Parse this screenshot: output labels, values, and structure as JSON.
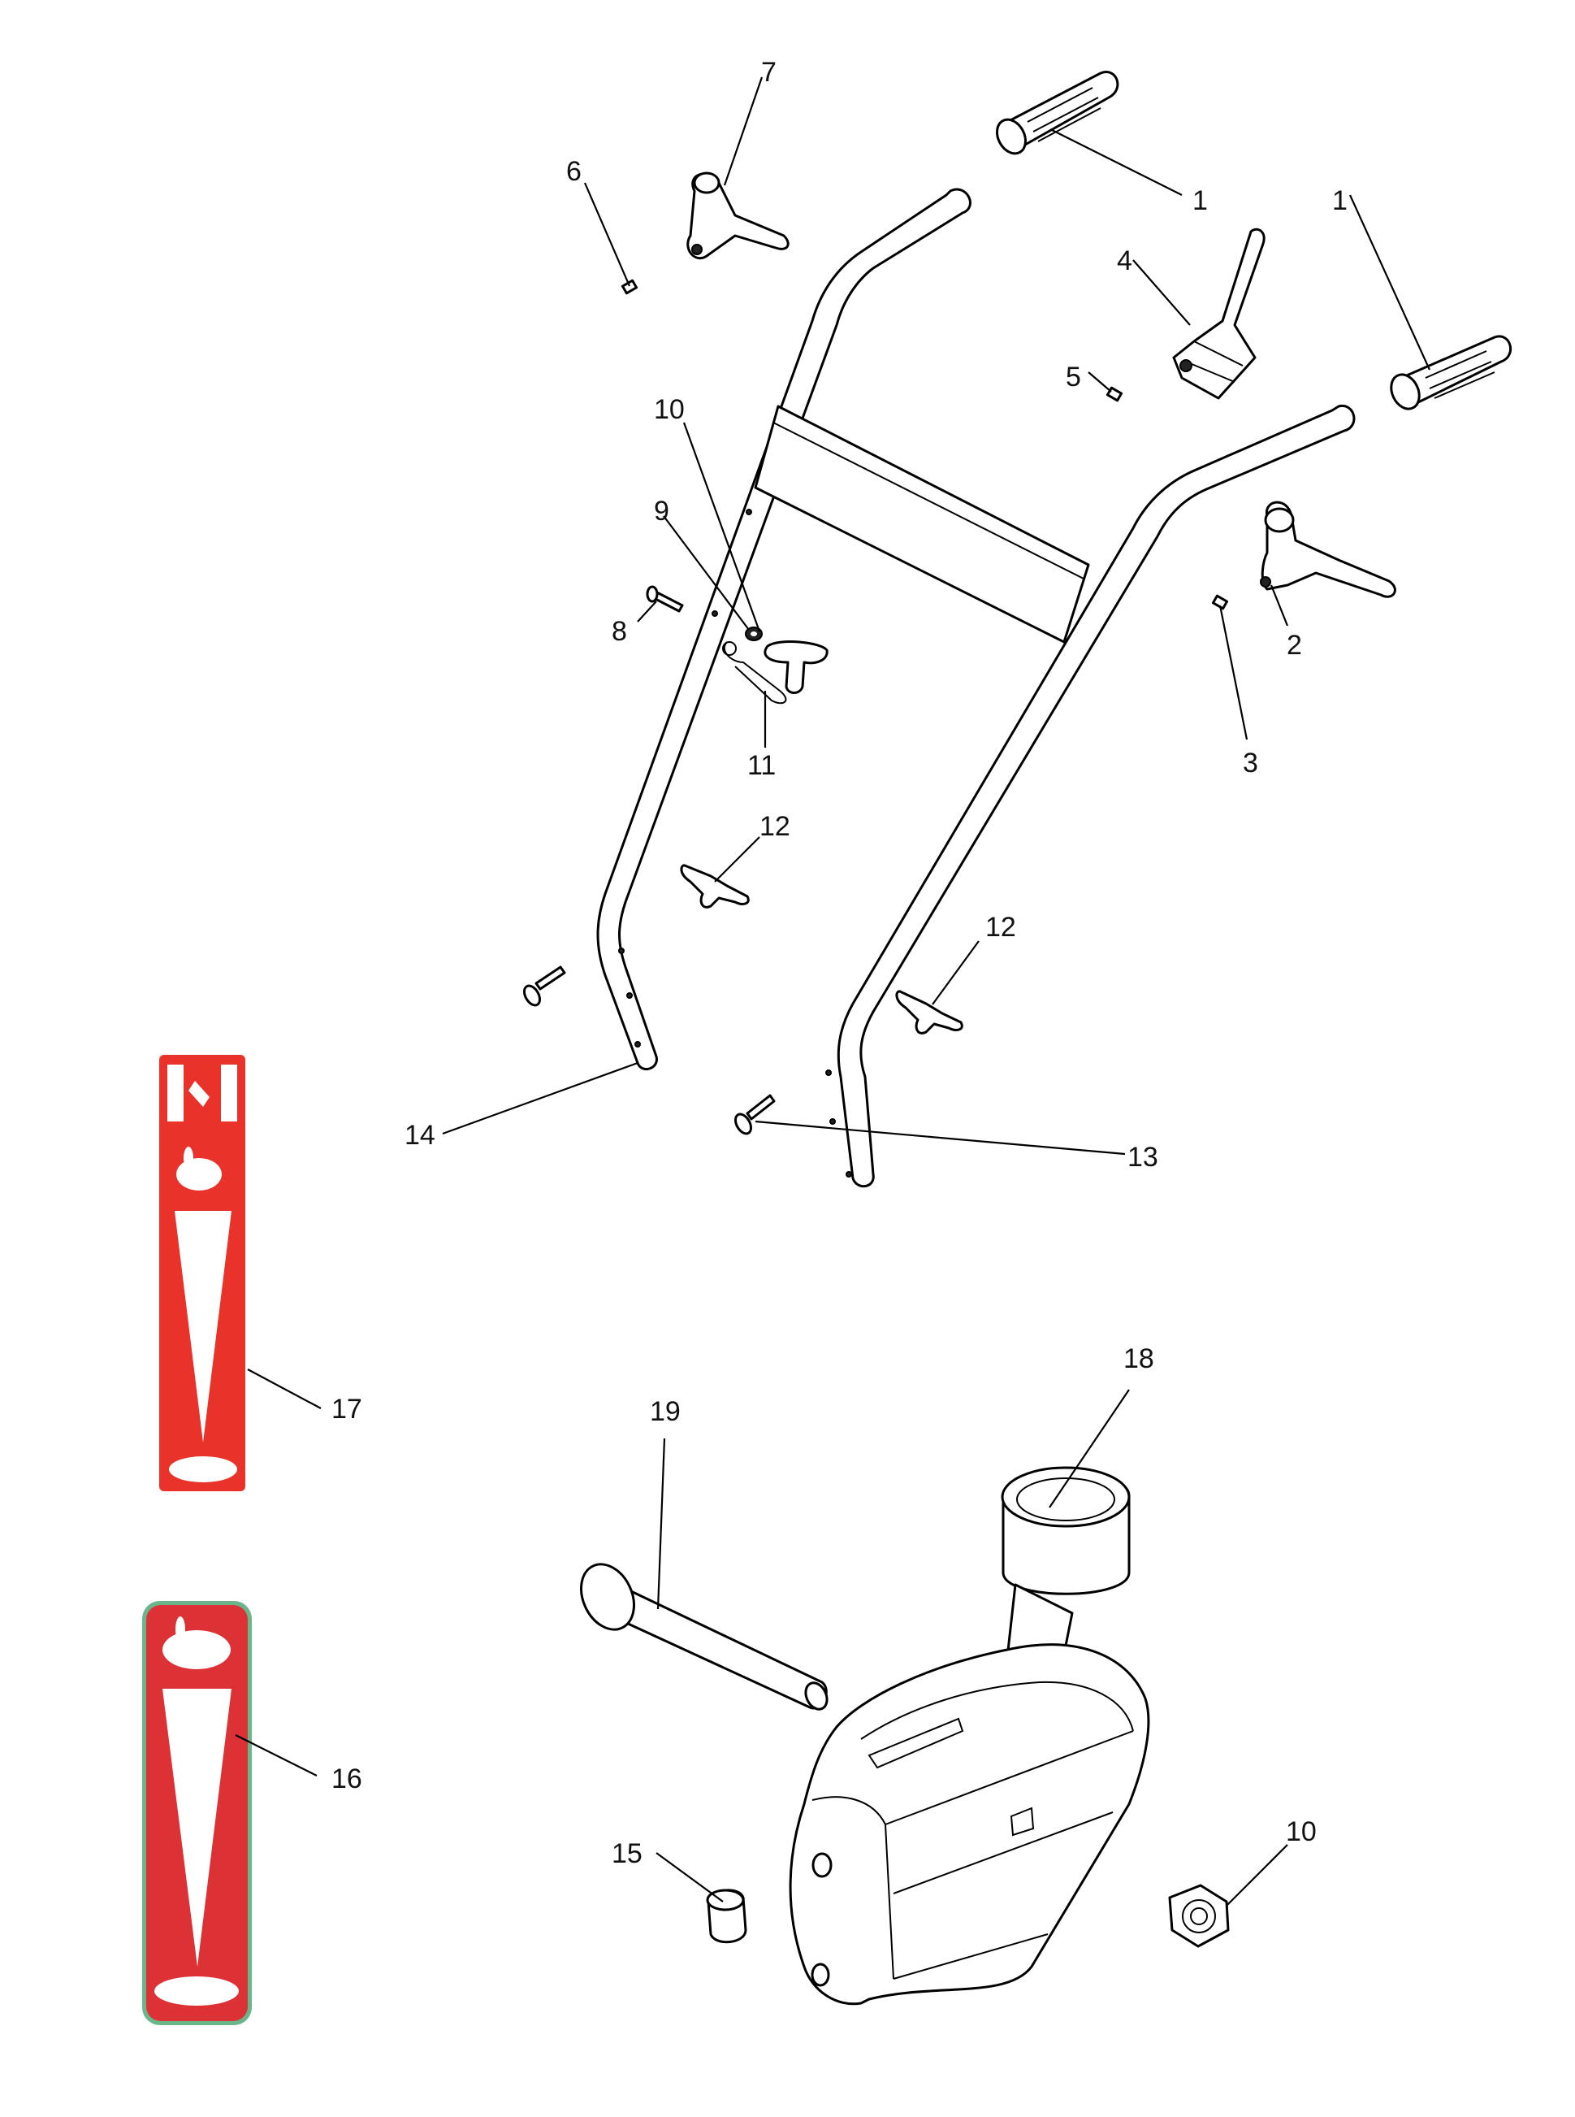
{
  "callouts": [
    {
      "id": "c1a",
      "text": "1"
    },
    {
      "id": "c1b",
      "text": "1"
    },
    {
      "id": "c2",
      "text": "2"
    },
    {
      "id": "c3",
      "text": "3"
    },
    {
      "id": "c4",
      "text": "4"
    },
    {
      "id": "c5",
      "text": "5"
    },
    {
      "id": "c6",
      "text": "6"
    },
    {
      "id": "c7",
      "text": "7"
    },
    {
      "id": "c8",
      "text": "8"
    },
    {
      "id": "c9",
      "text": "9"
    },
    {
      "id": "c10a",
      "text": "10"
    },
    {
      "id": "c10b",
      "text": "10"
    },
    {
      "id": "c11",
      "text": "11"
    },
    {
      "id": "c12a",
      "text": "12"
    },
    {
      "id": "c12b",
      "text": "12"
    },
    {
      "id": "c13",
      "text": "13"
    },
    {
      "id": "c14",
      "text": "14"
    },
    {
      "id": "c15",
      "text": "15"
    },
    {
      "id": "c16",
      "text": "16"
    },
    {
      "id": "c17",
      "text": "17"
    },
    {
      "id": "c18",
      "text": "18"
    },
    {
      "id": "c19",
      "text": "19"
    }
  ],
  "colors": {
    "decal_red": "#e8322a",
    "decal16_red": "#dc3236",
    "decal16_border": "#6ab58a"
  }
}
